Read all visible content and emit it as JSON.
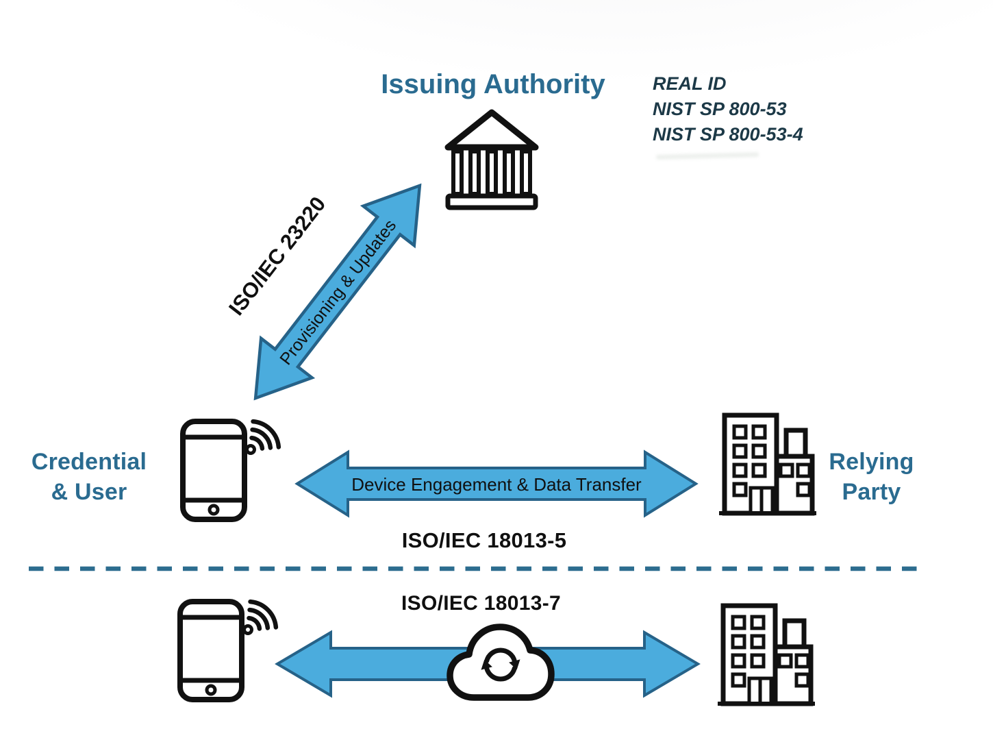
{
  "palette": {
    "arrow_fill": "#4bacdd",
    "arrow_stroke": "#266288",
    "teal_text": "#2a6b90",
    "navy_text": "#1c3947",
    "icon_black": "#111111",
    "dashed_line": "#2d6d8f"
  },
  "top": {
    "issuing_authority_label": "Issuing Authority",
    "standards": [
      "REAL ID",
      "NIST SP 800-53",
      "NIST SP 800-53-4"
    ],
    "icon": "bank-icon"
  },
  "provisioning": {
    "standard_label": "ISO/IEC 23220",
    "arrow_label": "Provisioning & Updates",
    "arrow_type": "double-headed-diagonal"
  },
  "middle": {
    "credential_user_label": "Credential\n& User",
    "relying_party_label": "Relying\nParty",
    "arrow_label": "Device Engagement & Data Transfer",
    "standard_label": "ISO/IEC 18013-5",
    "left_icon": "smartphone-wifi-icon",
    "right_icon": "office-building-icon",
    "arrow_type": "double-headed-horizontal"
  },
  "bottom": {
    "standard_label": "ISO/IEC 18013-7",
    "left_icon": "smartphone-wifi-icon",
    "center_icon": "cloud-sync-icon",
    "right_icon": "office-building-icon",
    "arrow_type": "double-headed-horizontal"
  }
}
